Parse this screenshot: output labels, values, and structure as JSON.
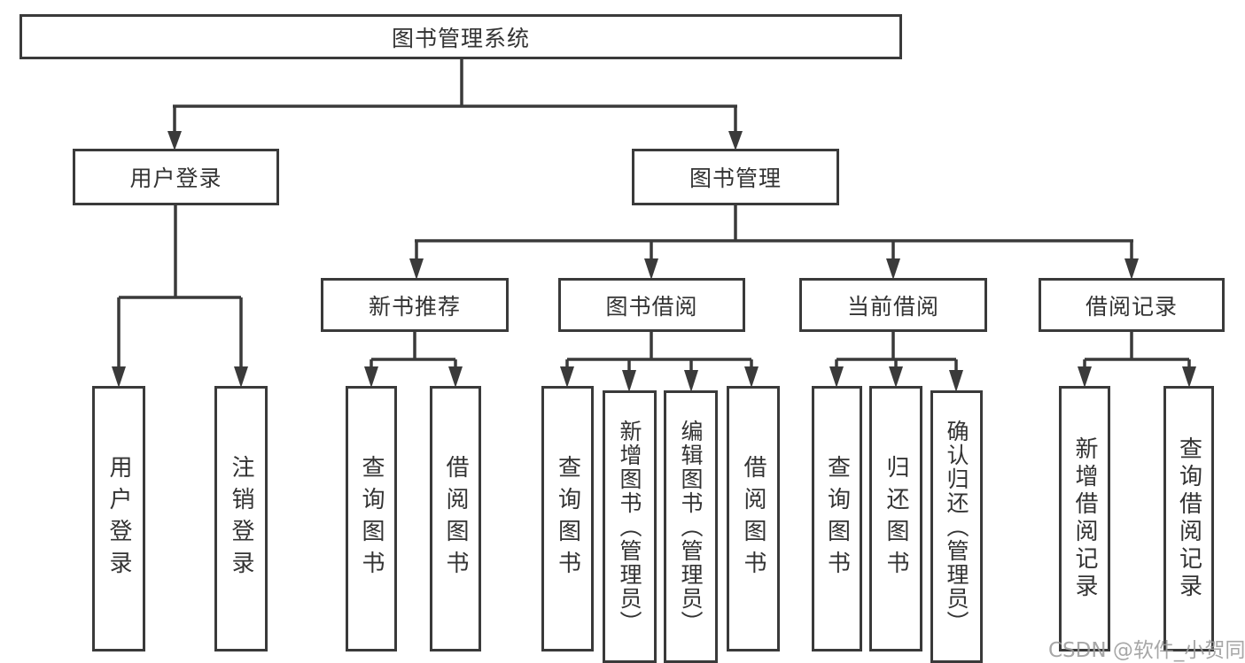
{
  "tree": {
    "label": "图书管理系统",
    "children": [
      {
        "label": "用户登录",
        "children": [
          {
            "label": "用户登录"
          },
          {
            "label": "注销登录"
          }
        ]
      },
      {
        "label": "图书管理",
        "children": [
          {
            "label": "新书推荐",
            "children": [
              {
                "label": "查询图书"
              },
              {
                "label": "借阅图书"
              }
            ]
          },
          {
            "label": "图书借阅",
            "children": [
              {
                "label": "查询图书"
              },
              {
                "label": "新增图书（管理员）"
              },
              {
                "label": "编辑图书（管理员）"
              },
              {
                "label": "借阅图书"
              }
            ]
          },
          {
            "label": "当前借阅",
            "children": [
              {
                "label": "查询图书"
              },
              {
                "label": "归还图书"
              },
              {
                "label": "确认归还（管理员）"
              }
            ]
          },
          {
            "label": "借阅记录",
            "children": [
              {
                "label": "新增借阅记录"
              },
              {
                "label": "查询借阅记录"
              }
            ]
          }
        ]
      }
    ]
  },
  "watermark": {
    "text": "CSDN @软件_小贺同学"
  },
  "colors": {
    "line": "#3a3a3a",
    "text": "#333333",
    "box_background": "#ffffff",
    "watermark": "#9b9b9b"
  }
}
